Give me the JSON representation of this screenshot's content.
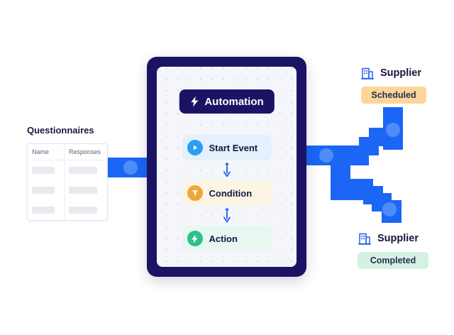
{
  "questionnaire_panel": {
    "title": "Questionnaires",
    "table": {
      "columns": [
        "Name",
        "Responses"
      ],
      "placeholder_row_count": 3
    }
  },
  "automation_panel": {
    "badge_label": "Automation",
    "steps": [
      {
        "label": "Start Event",
        "icon": "play-icon"
      },
      {
        "label": "Condition",
        "icon": "funnel-icon"
      },
      {
        "label": "Action",
        "icon": "bolt-icon"
      }
    ]
  },
  "suppliers": [
    {
      "name": "Supplier",
      "status": "Scheduled"
    },
    {
      "name": "Supplier",
      "status": "Completed"
    }
  ],
  "colors": {
    "panel_navy": "#1b1464",
    "card_bg": "#f5f6fb",
    "pipe_blue": "#1b66f5",
    "packet_blue": "#4f8cf7",
    "start_event_blue": "#2d9cf4",
    "condition_orange": "#f2a63a",
    "action_green": "#2cc08b",
    "supplier_icon_blue": "#2161ef",
    "scheduled_badge_bg": "#fcd699",
    "completed_badge_bg": "#d5f1e2",
    "text_dark": "#15153d"
  }
}
